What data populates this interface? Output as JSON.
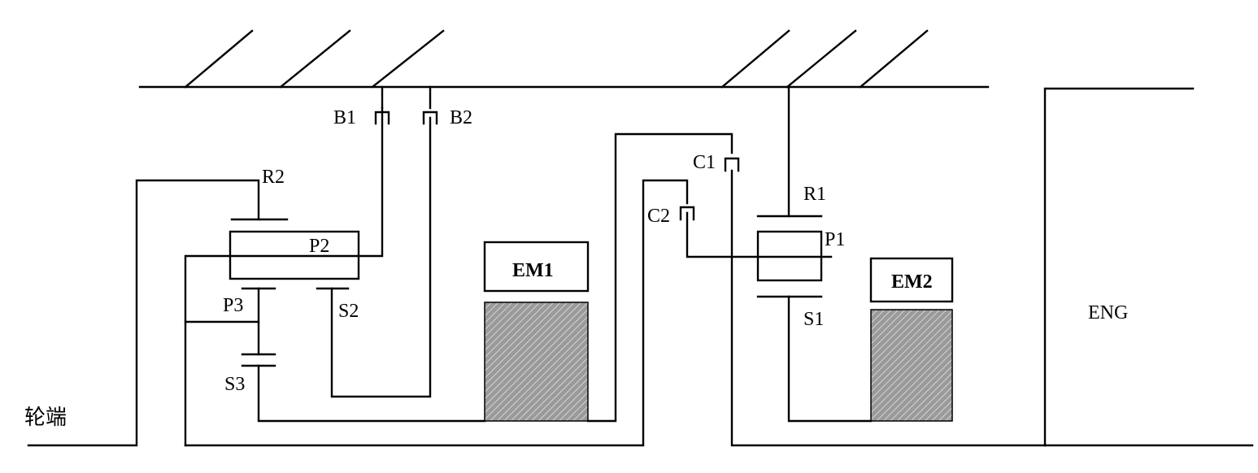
{
  "labels": {
    "b1": "B1",
    "b2": "B2",
    "r2": "R2",
    "p2": "P2",
    "p3": "P3",
    "s2": "S2",
    "s3": "S3",
    "em1": "EM1",
    "c1": "C1",
    "c2": "C2",
    "r1": "R1",
    "p1": "P1",
    "s1": "S1",
    "em2": "EM2",
    "eng": "ENG",
    "wheel": "轮端"
  },
  "colors": {
    "line": "#000000",
    "motor_fill": "#9a9a9a",
    "motor_hatch": "#d0d0d0"
  }
}
